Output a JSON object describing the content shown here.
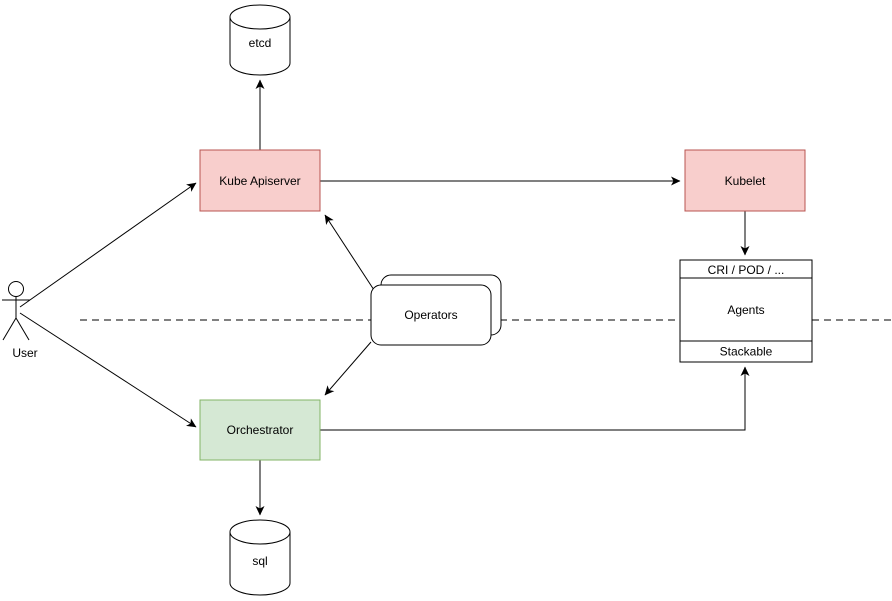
{
  "palette": {
    "background": "#ffffff",
    "pink_fill": "#f8cecc",
    "pink_stroke": "#b85450",
    "green_fill": "#d5e8d4",
    "green_stroke": "#82b366",
    "line_color": "#000000"
  },
  "nodes": {
    "user": {
      "label": "User",
      "shape": "actor"
    },
    "etcd": {
      "label": "etcd",
      "shape": "database-cylinder"
    },
    "kube_apiserver": {
      "label": "Kube Apiserver",
      "shape": "rect",
      "fill": "#f8cecc"
    },
    "kubelet": {
      "label": "Kubelet",
      "shape": "rect",
      "fill": "#f8cecc"
    },
    "operators": {
      "label": "Operators",
      "shape": "stacked-rounded-rect"
    },
    "orchestrator": {
      "label": "Orchestrator",
      "shape": "rect",
      "fill": "#d5e8d4"
    },
    "sql": {
      "label": "sql",
      "shape": "database-cylinder"
    },
    "agents_stack": {
      "header": "CRI / POD / ...",
      "body": "Agents",
      "footer": "Stackable",
      "shape": "partitioned-rect"
    }
  },
  "edges": [
    {
      "from": "user",
      "to": "kube_apiserver",
      "arrow": "end",
      "style": "solid"
    },
    {
      "from": "user",
      "to": "orchestrator",
      "arrow": "end",
      "style": "solid"
    },
    {
      "from": "kube_apiserver",
      "to": "etcd",
      "arrow": "end",
      "style": "solid"
    },
    {
      "from": "kube_apiserver",
      "to": "kubelet",
      "arrow": "end",
      "style": "solid"
    },
    {
      "from": "kubelet",
      "to": "agents_stack",
      "arrow": "end",
      "style": "solid"
    },
    {
      "from": "operators",
      "to": "kube_apiserver",
      "arrow": "end",
      "style": "solid"
    },
    {
      "from": "operators",
      "to": "orchestrator",
      "arrow": "end",
      "style": "solid"
    },
    {
      "from": "orchestrator",
      "to": "sql",
      "arrow": "end",
      "style": "solid"
    },
    {
      "from": "orchestrator",
      "to": "agents_stack.footer",
      "arrow": "end",
      "style": "solid-orthogonal"
    },
    {
      "type": "separator",
      "style": "dashed-horizontal"
    }
  ]
}
